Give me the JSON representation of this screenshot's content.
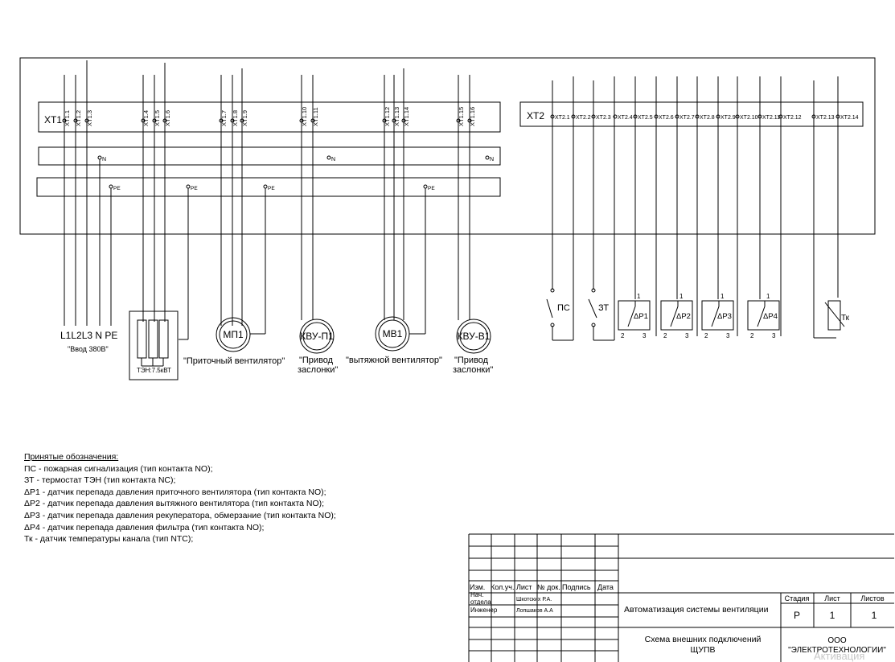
{
  "strips": {
    "xt1": {
      "label": "XT1",
      "terminals": [
        "XT1.1",
        "XT1.2",
        "XT1.3",
        "XT1.4",
        "XT1.5",
        "XT1.6",
        "XT1.7",
        "XT1.8",
        "XT1.9",
        "XT1.10",
        "XT1.11",
        "XT1.12",
        "XT1.13",
        "XT1.14",
        "XT1.15",
        "XT1.16"
      ]
    },
    "xt2": {
      "label": "XT2",
      "terminals": [
        "XT2.1",
        "XT2.2",
        "XT2.3",
        "XT2.4",
        "XT2.5",
        "XT2.6",
        "XT2.7",
        "XT2.8",
        "XT2.9",
        "XT2.10",
        "XT2.11",
        "XT2.12",
        "XT2.13",
        "XT2.14"
      ]
    },
    "n_bus": {
      "label": "N"
    },
    "pe_bus": {
      "label": "PE"
    }
  },
  "power_input": {
    "lines": "L1L2L3 N PE",
    "caption": "\"Ввод 380В\""
  },
  "heater": {
    "caption": "ТЭН:7.5кВТ"
  },
  "motors": [
    {
      "id": "МП1",
      "caption1": "\"Приточный вентилятор\"",
      "caption2": ""
    },
    {
      "id": "КВУ-П1",
      "caption1": "\"Привод",
      "caption2": "заслонки\""
    },
    {
      "id": "МВ1",
      "caption1": "\"вытяжной вентилятор\"",
      "caption2": ""
    },
    {
      "id": "КВУ-В1",
      "caption1": "\"Привод",
      "caption2": "заслонки\""
    }
  ],
  "sensors": {
    "ps": "ПС",
    "zt": "ЗТ",
    "dp": [
      "ΔР1",
      "ΔР2",
      "ΔР3",
      "ΔР4"
    ],
    "pin1": "1",
    "pin2": "2",
    "pin3": "3",
    "tk": "Тк"
  },
  "legend": {
    "title": "Принятые обозначения:",
    "lines": [
      "ПС - пожарная сигнализация (тип контакта NO);",
      "ЗТ - термостат ТЭН (тип контакта NC);",
      "ΔР1 - датчик перепада давления приточного вентилятора (тип контакта NO);",
      "ΔР2 - датчик перепада давления вытяжного вентилятора (тип контакта NO);",
      "ΔР3 - датчик перепада давления рекуператора, обмерзание (тип контакта NO);",
      "ΔР4 - датчик перепада давления фильтра (тип контакта NO);",
      "Тк - датчик температуры канала (тип NTC);"
    ]
  },
  "title_block": {
    "col_headers": [
      "Изм.",
      "Кол.уч.",
      "Лист",
      "№ док.",
      "Подпись",
      "Дата"
    ],
    "role1": "Нач.",
    "role1b": "отдела",
    "role2": "Инженер",
    "name1": "Шкотских Р.А.",
    "name2": "Лопшаков А.А",
    "project": "Автоматизация системы вентиляции",
    "drawing_line1": "Схема внешних подключений",
    "drawing_line2": "ЩУПВ",
    "stage_header": "Стадия",
    "sheet_header": "Лист",
    "sheets_header": "Листов",
    "stage": "Р",
    "sheet": "1",
    "sheets": "1",
    "company_line1": "ООО",
    "company_line2": "\"ЭЛЕКТРОТЕХНОЛОГИИ\""
  },
  "watermark": "Активация"
}
